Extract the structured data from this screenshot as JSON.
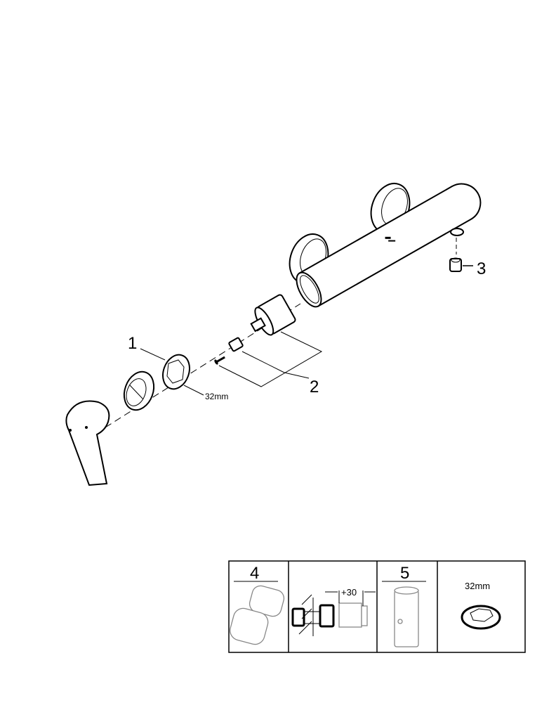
{
  "diagram": {
    "callouts": [
      {
        "number": "1",
        "note": "32mm"
      },
      {
        "number": "2"
      },
      {
        "number": "3"
      }
    ],
    "accessories_table": {
      "cells": [
        {
          "number": "4"
        },
        {
          "dimension": "+30"
        },
        {
          "number": "5"
        },
        {
          "dimension": "32mm"
        }
      ]
    }
  }
}
